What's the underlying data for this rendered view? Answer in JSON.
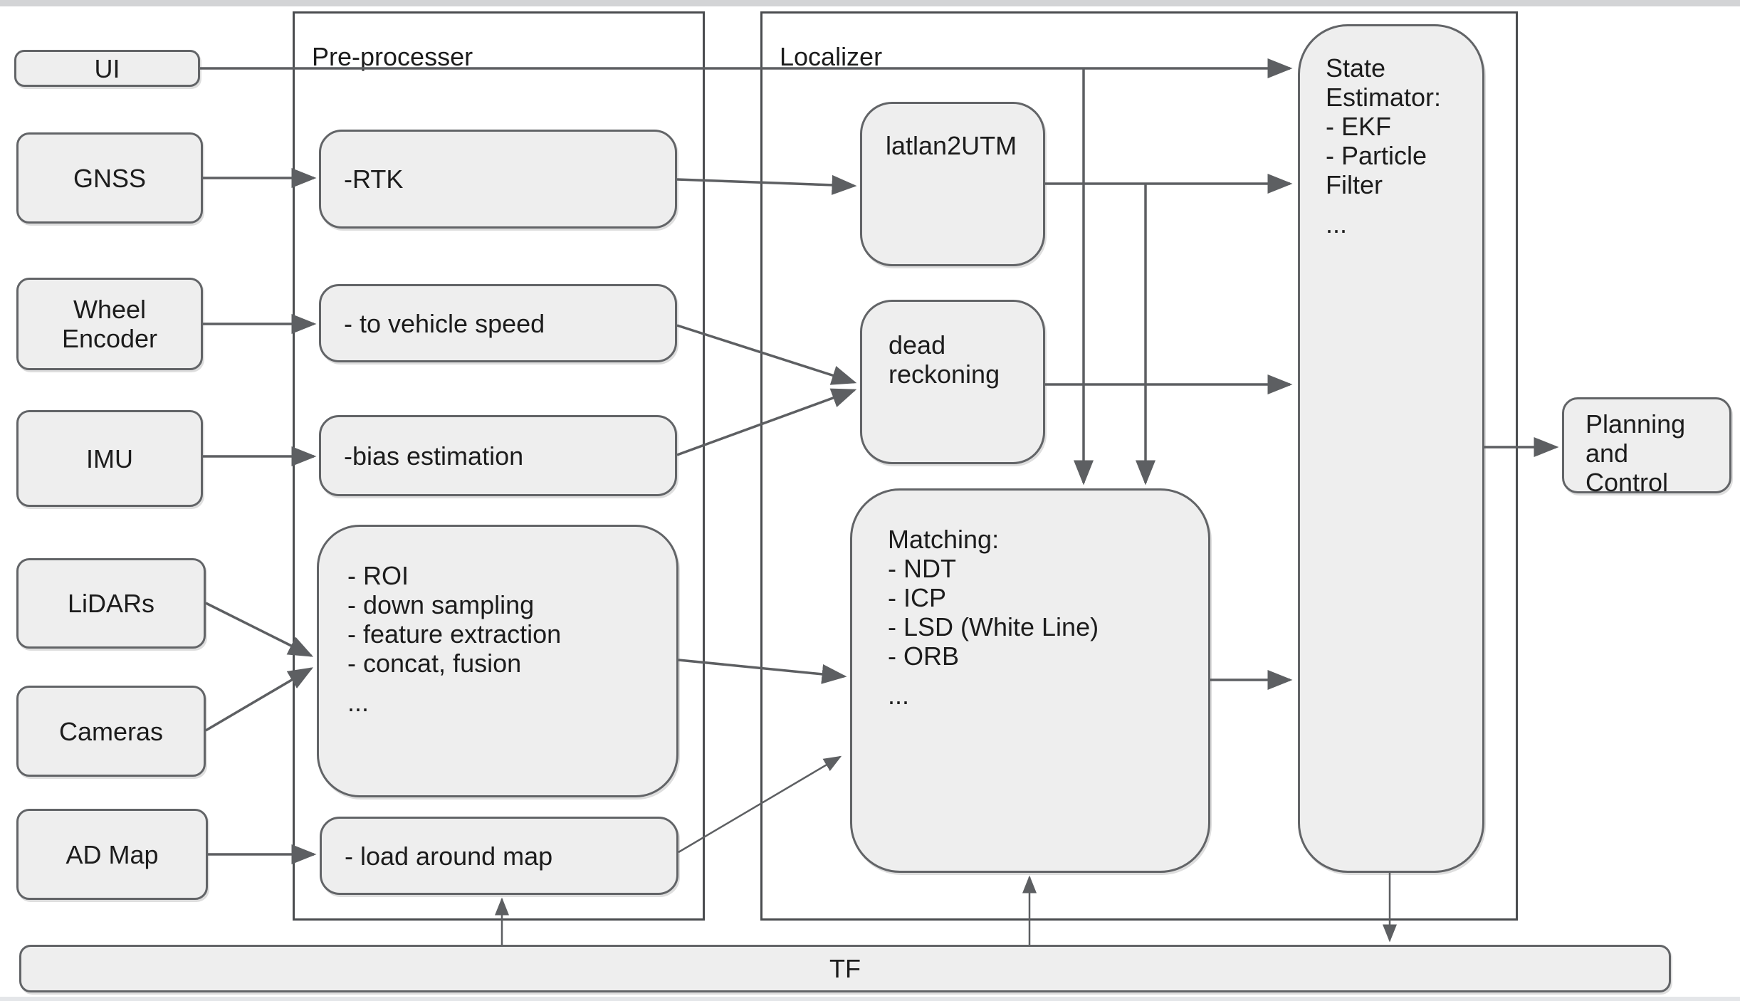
{
  "containers": {
    "preprocessor_label": "Pre-processer",
    "localizer_label": "Localizer"
  },
  "inputs": {
    "ui": "UI",
    "gnss": "GNSS",
    "wheel_encoder": "Wheel Encoder",
    "imu": "IMU",
    "lidars": "LiDARs",
    "cameras": "Cameras",
    "ad_map": "AD Map"
  },
  "preprocessor": {
    "rtk": "-RTK",
    "to_vehicle_speed": "- to vehicle speed",
    "bias_estimation": "-bias estimation",
    "sensor_fusion_lines": [
      "- ROI",
      "- down sampling",
      "- feature extraction",
      "- concat, fusion",
      "..."
    ],
    "load_around_map": "- load around map"
  },
  "localizer": {
    "latlan2utm": "latlan2UTM",
    "dead_reckoning": "dead reckoning",
    "matching_lines": [
      "Matching:",
      "- NDT",
      "- ICP",
      "- LSD (White Line)",
      "- ORB",
      "..."
    ],
    "state_estimator_lines": [
      "State Estimator:",
      "- EKF",
      "- Particle Filter",
      "..."
    ]
  },
  "outputs": {
    "planning_and_control": "Planning and Control",
    "tf": "TF"
  },
  "colors": {
    "node_fill": "#eeeeee",
    "node_border": "#626467",
    "container_border": "#4a4c4f",
    "arrow": "#5d5f62",
    "background": "#ffffff"
  }
}
